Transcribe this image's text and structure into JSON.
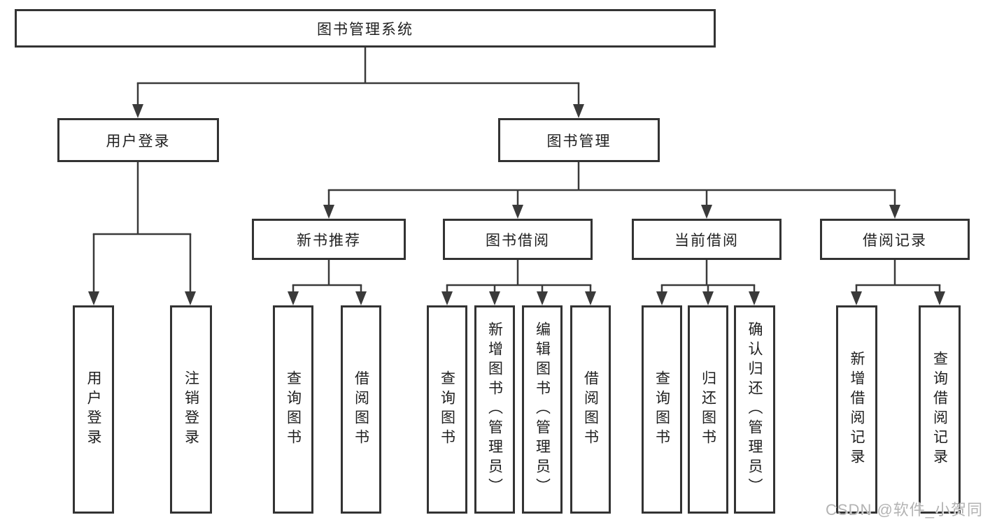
{
  "tree": {
    "root": {
      "label": "图书管理系统",
      "children": [
        {
          "label": "用户登录",
          "children": [
            {
              "label": "用户登录"
            },
            {
              "label": "注销登录"
            }
          ]
        },
        {
          "label": "图书管理",
          "children": [
            {
              "label": "新书推荐",
              "children": [
                {
                  "label": "查询图书"
                },
                {
                  "label": "借阅图书"
                }
              ]
            },
            {
              "label": "图书借阅",
              "children": [
                {
                  "label": "查询图书"
                },
                {
                  "label": "新增图书（管理员）"
                },
                {
                  "label": "编辑图书（管理员）"
                },
                {
                  "label": "借阅图书"
                }
              ]
            },
            {
              "label": "当前借阅",
              "children": [
                {
                  "label": "查询图书"
                },
                {
                  "label": "归还图书"
                },
                {
                  "label": "确认归还（管理员）"
                }
              ]
            },
            {
              "label": "借阅记录",
              "children": [
                {
                  "label": "新增借阅记录"
                },
                {
                  "label": "查询借阅记录"
                }
              ]
            }
          ]
        }
      ]
    }
  },
  "watermark": "CSDN @软件_小贺同学",
  "colors": {
    "line": "#3a3a3a",
    "box_border": "#333333",
    "text": "#1f1f1f",
    "watermark": "#b3b3b3",
    "background": "#ffffff"
  }
}
